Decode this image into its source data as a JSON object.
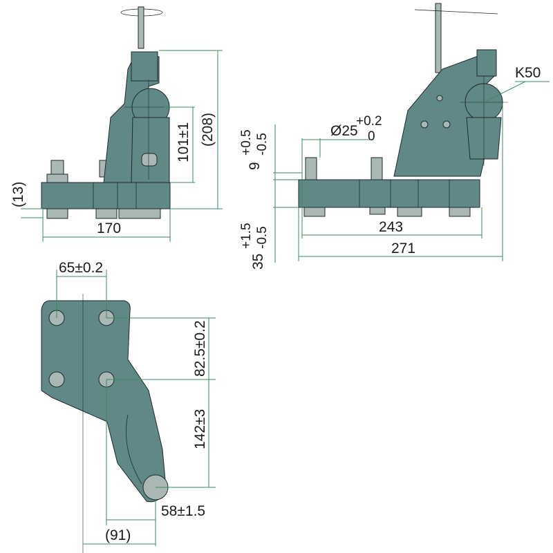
{
  "title": "Ball coupling K50 technical drawing",
  "colors": {
    "body": "#5f8886",
    "dimension": "#3b8a60",
    "outline": "#1e2a2a"
  },
  "front_view": {
    "width": "170",
    "plate_thickness": "(13)",
    "ball_height": "101±1",
    "total_height": "(208)"
  },
  "side_view": {
    "ball_label": "K50",
    "pin_diameter": "Ø25",
    "pin_tol_upper": "+0.2",
    "pin_tol_lower": "0",
    "offset_value": "9",
    "offset_tol_upper": "+0.5",
    "offset_tol_lower": "-0.5",
    "base_value": "35",
    "base_tol_upper": "+1.5",
    "base_tol_lower": "-0.5",
    "hole_spacing": "243",
    "total_length": "271"
  },
  "top_view": {
    "hole_pitch_x": "65±0.2",
    "hole_pitch_y": "82.5±0.2",
    "ball_offset_y": "142±3",
    "ball_offset_x": "58±1.5",
    "total_offset_x": "(91)"
  }
}
